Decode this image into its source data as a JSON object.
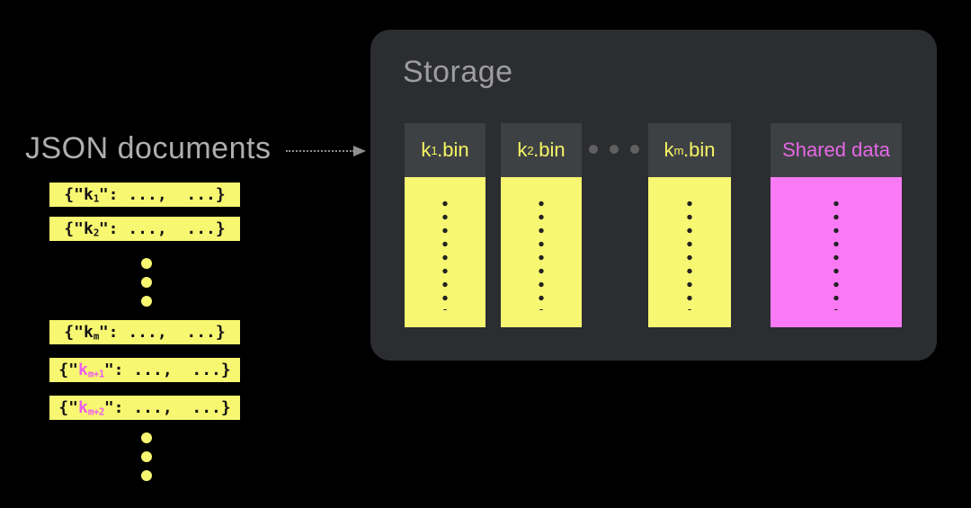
{
  "left": {
    "title": "JSON documents",
    "rows": [
      {
        "pre": "{\"",
        "key": "k",
        "sub": "1",
        "post": "\": ...,  ...}",
        "key_color": "#131313"
      },
      {
        "pre": "{\"",
        "key": "k",
        "sub": "2",
        "post": "\": ...,  ...}",
        "key_color": "#131313"
      },
      {
        "pre": "{\"",
        "key": "k",
        "sub": "m",
        "post": "\": ...,  ...}",
        "key_color": "#131313"
      },
      {
        "pre": "{\"",
        "key": "k",
        "sub": "m+1",
        "post": "\": ...,  ...}",
        "key_color": "#f05cf0"
      },
      {
        "pre": "{\"",
        "key": "k",
        "sub": "m+2",
        "post": "\": ...,  ...}",
        "key_color": "#f05cf0"
      }
    ]
  },
  "storage": {
    "title": "Storage",
    "columns": [
      {
        "label_pre": "k",
        "label_sub": "1",
        "label_post": ".bin",
        "header_text_color": "#f5f463",
        "body_color": "#f8f772"
      },
      {
        "label_pre": "k",
        "label_sub": "2",
        "label_post": ".bin",
        "header_text_color": "#f5f463",
        "body_color": "#f8f772"
      },
      {
        "label_pre": "k",
        "label_sub": "m",
        "label_post": ".bin",
        "header_text_color": "#f5f463",
        "body_color": "#f8f772"
      },
      {
        "label_pre": "Shared data",
        "label_sub": "",
        "label_post": "",
        "header_text_color": "#e468e4",
        "body_color": "#f97af4"
      }
    ]
  },
  "colors": {
    "background": "#000000",
    "storage_box": "#2b2d31",
    "column_header": "#3e4144",
    "yellow": "#f8f772",
    "magenta": "#f97af4",
    "title_gray": "#aeaeae",
    "arrow_gray": "#8f8f8f"
  }
}
